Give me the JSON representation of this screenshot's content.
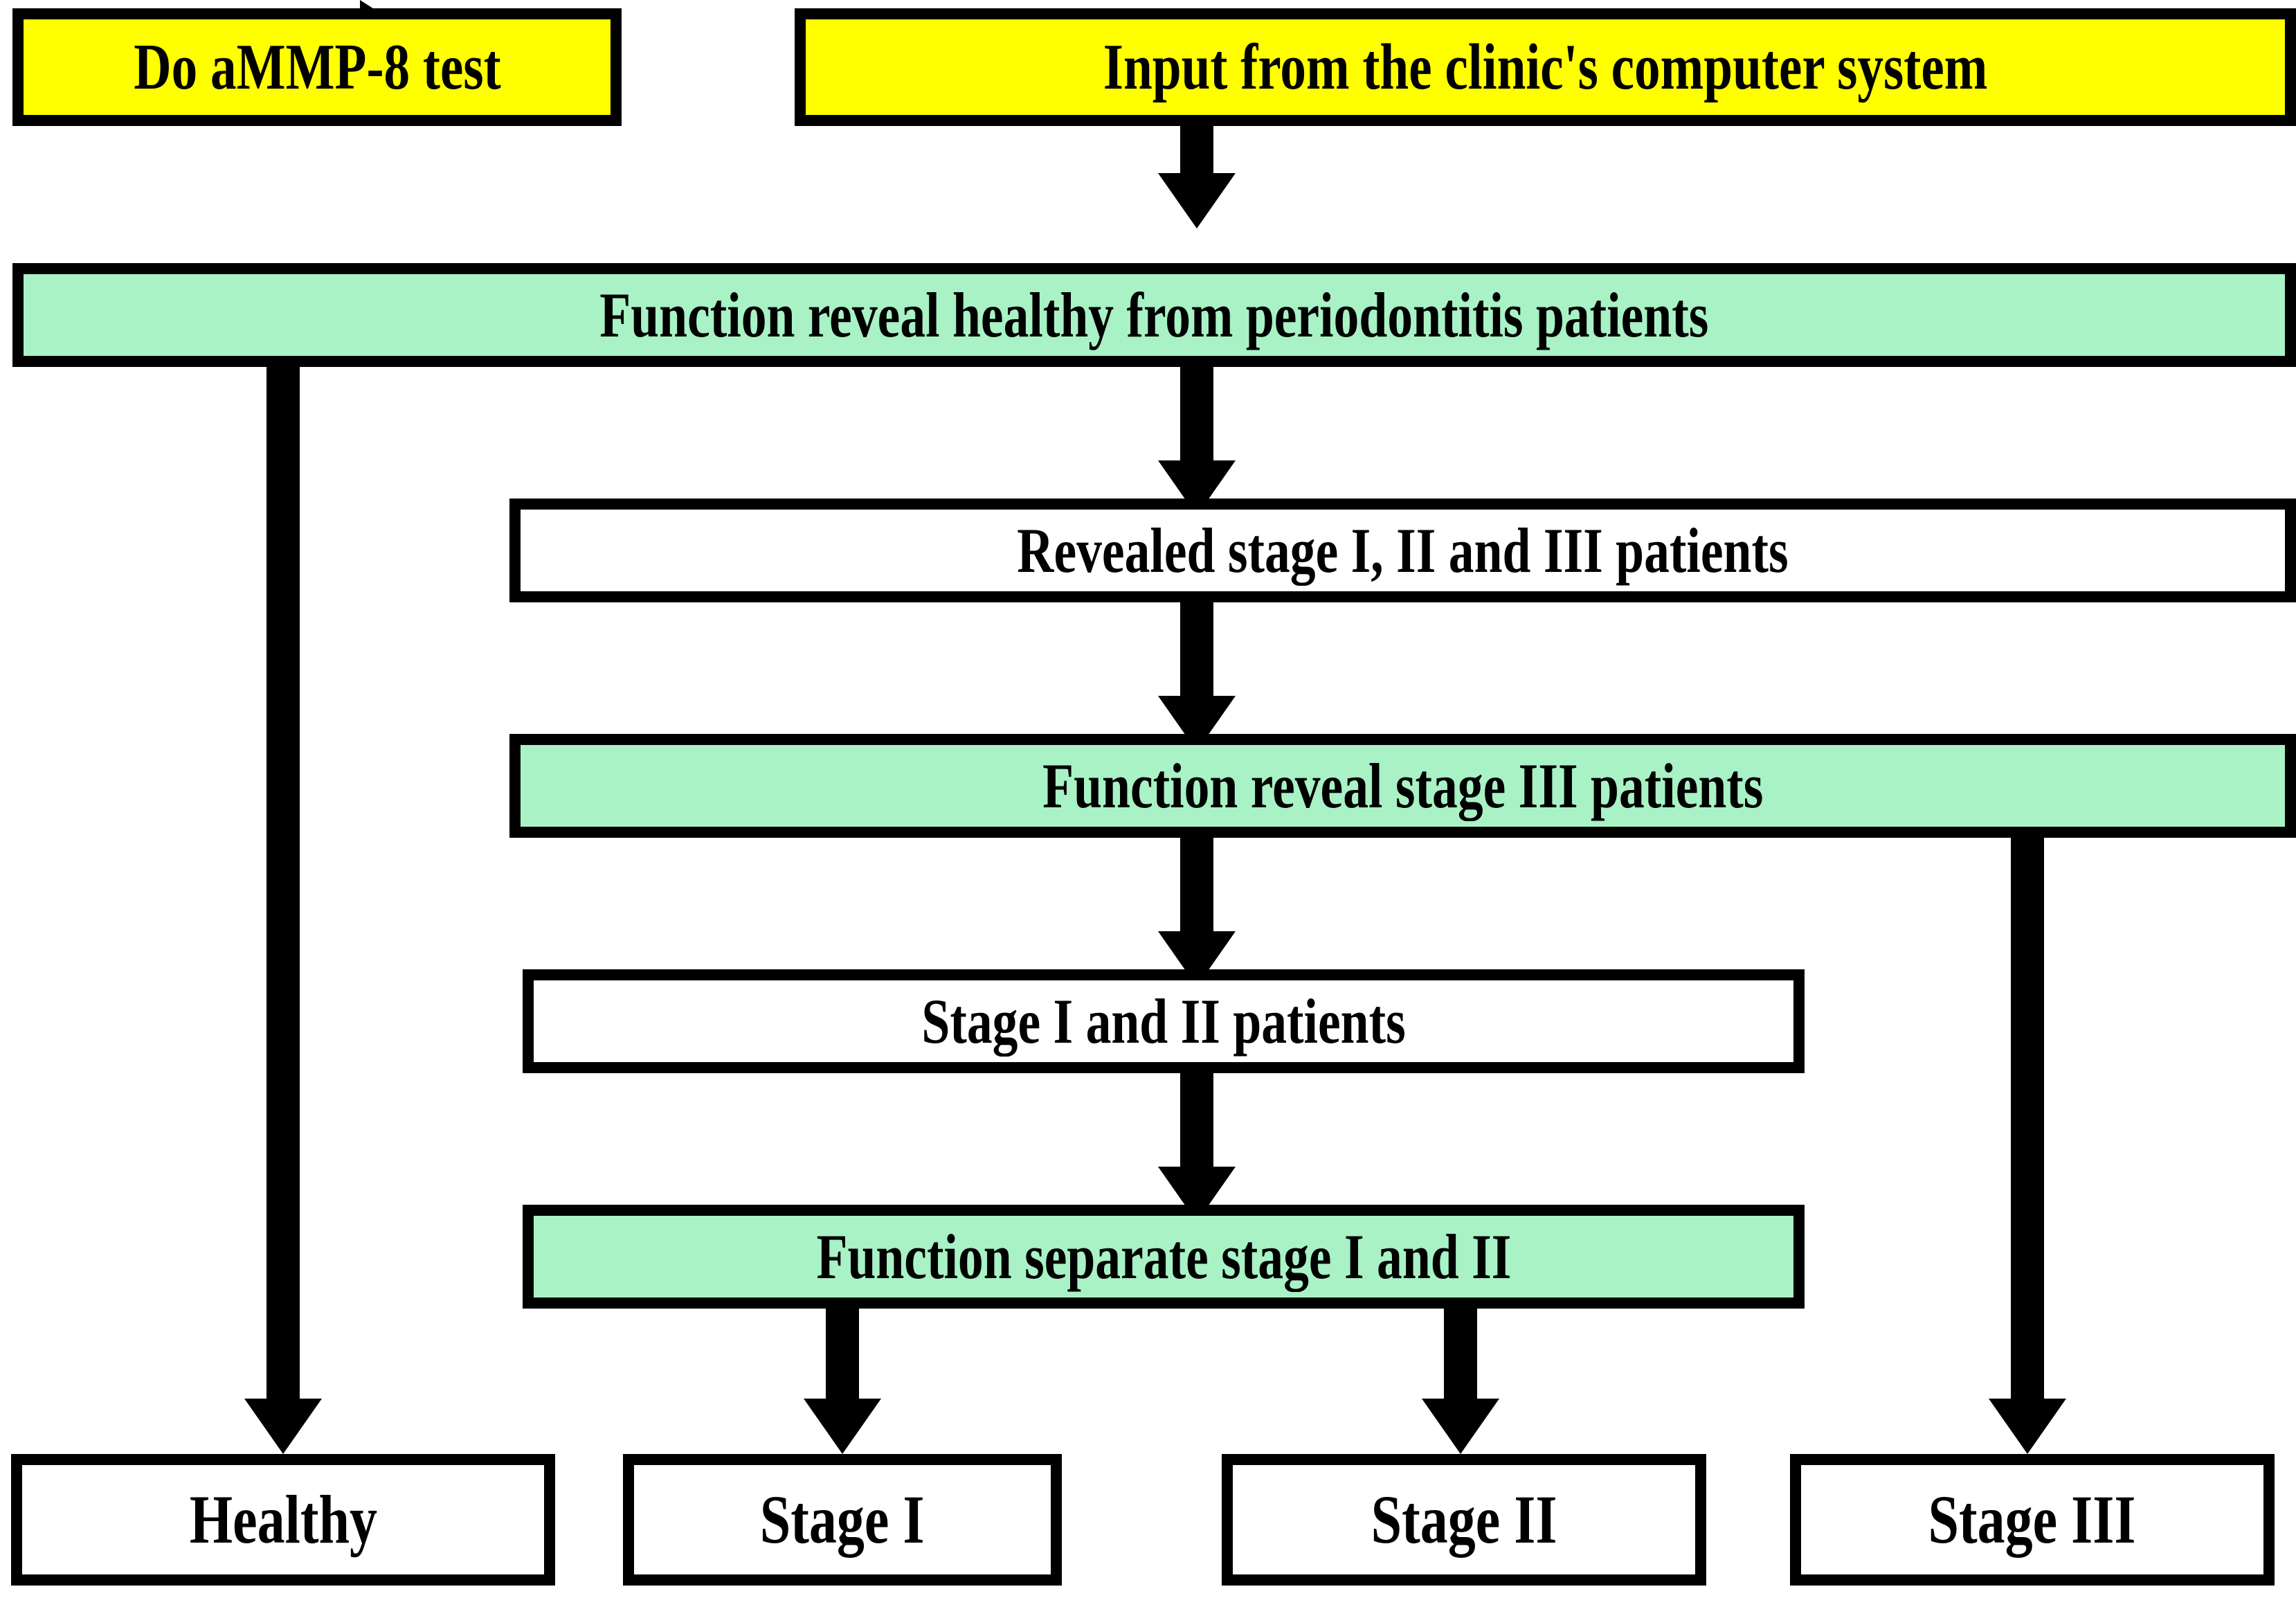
{
  "diagram": {
    "title": "Periodontitis staging decision flowchart",
    "colors": {
      "input_fill": "#FFFF00",
      "function_fill": "#A8F2C6",
      "output_fill": "#FFFFFF",
      "stroke": "#000000"
    },
    "nodes": [
      {
        "id": "do_test",
        "label": "Do aMMP-8 test",
        "kind": "input"
      },
      {
        "id": "input_clinic",
        "label": "Input from the clinic's computer system",
        "kind": "input"
      },
      {
        "id": "fn_healthy",
        "label": "Function reveal healthy from periodontitis patients",
        "kind": "function"
      },
      {
        "id": "revealed_stages",
        "label": "Revealed stage I, II and III patients",
        "kind": "data"
      },
      {
        "id": "fn_stage3",
        "label": "Function reveal stage III patients",
        "kind": "function"
      },
      {
        "id": "stage12_patients",
        "label": "Stage I and II patients",
        "kind": "data"
      },
      {
        "id": "fn_separate12",
        "label": "Function separate stage I and II",
        "kind": "function"
      },
      {
        "id": "out_healthy",
        "label": "Healthy",
        "kind": "output"
      },
      {
        "id": "out_stage1",
        "label": "Stage I",
        "kind": "output"
      },
      {
        "id": "out_stage2",
        "label": "Stage II",
        "kind": "output"
      },
      {
        "id": "out_stage3",
        "label": "Stage III",
        "kind": "output"
      }
    ],
    "edges": [
      {
        "from": "do_test",
        "to": "input_clinic",
        "direction": "right"
      },
      {
        "from": "input_clinic",
        "to": "fn_healthy",
        "direction": "down"
      },
      {
        "from": "fn_healthy",
        "to": "revealed_stages",
        "direction": "down"
      },
      {
        "from": "fn_healthy",
        "to": "out_healthy",
        "direction": "down"
      },
      {
        "from": "revealed_stages",
        "to": "fn_stage3",
        "direction": "down"
      },
      {
        "from": "fn_stage3",
        "to": "stage12_patients",
        "direction": "down"
      },
      {
        "from": "fn_stage3",
        "to": "out_stage3",
        "direction": "down"
      },
      {
        "from": "stage12_patients",
        "to": "fn_separate12",
        "direction": "down"
      },
      {
        "from": "fn_separate12",
        "to": "out_stage1",
        "direction": "down"
      },
      {
        "from": "fn_separate12",
        "to": "out_stage2",
        "direction": "down"
      }
    ]
  }
}
